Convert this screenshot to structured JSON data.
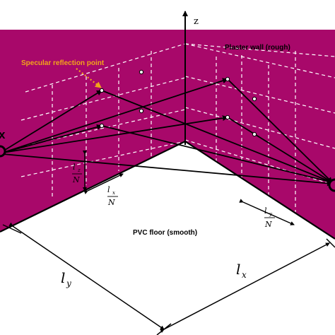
{
  "colors": {
    "wall": "#a8086a",
    "dash": "#ffffff",
    "line": "#000000",
    "callout": "#f2a51a",
    "floor": "#ffffff"
  },
  "labels": {
    "z_axis": "z",
    "wall": "Plaster wall (rough)",
    "floor": "PVC floor (smooth)",
    "specular": "Specular reflection point",
    "tx": "x",
    "lx_dim": "l",
    "lx_sub": "x",
    "ly_dim": "l",
    "ly_sub": "y",
    "lz_frac_num": "l",
    "lz_frac_sub": "z",
    "lz_frac_den": "N",
    "lx_frac_num": "l",
    "lx_frac_sub": "x",
    "lx_frac_den": "N",
    "ly_frac_num": "l",
    "ly_frac_sub": "y",
    "ly_frac_den": "N"
  },
  "icons": {
    "transmitter": "transmitter-node-icon",
    "receiver": "receiver-node-icon",
    "callout_arrow": "dotted-arrow-icon"
  }
}
